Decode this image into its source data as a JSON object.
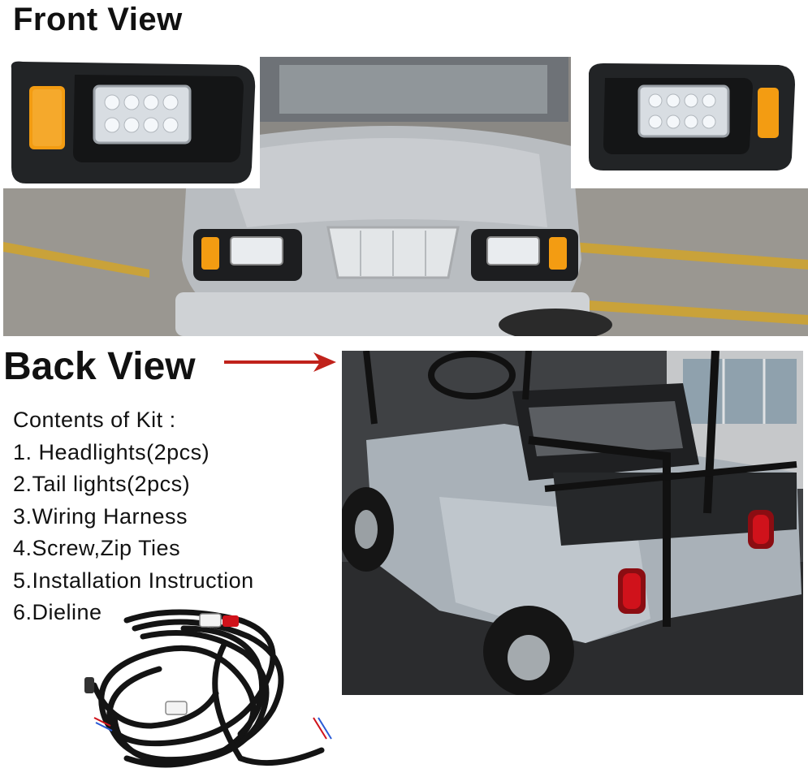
{
  "front_title": "Front View",
  "back_title": "Back View",
  "contents": {
    "heading": "Contents of Kit :",
    "items": [
      "1. Headlights(2pcs)",
      "2.Tail lights(2pcs)",
      "3.Wiring Harness",
      "4.Screw,Zip Ties",
      "5.Installation Instruction",
      "6.Dieline"
    ]
  },
  "colors": {
    "arrow": "#c0221b",
    "amber": "#f39c12",
    "tail_red": "#d0121b",
    "cart_silver": "#b9bdc1"
  }
}
